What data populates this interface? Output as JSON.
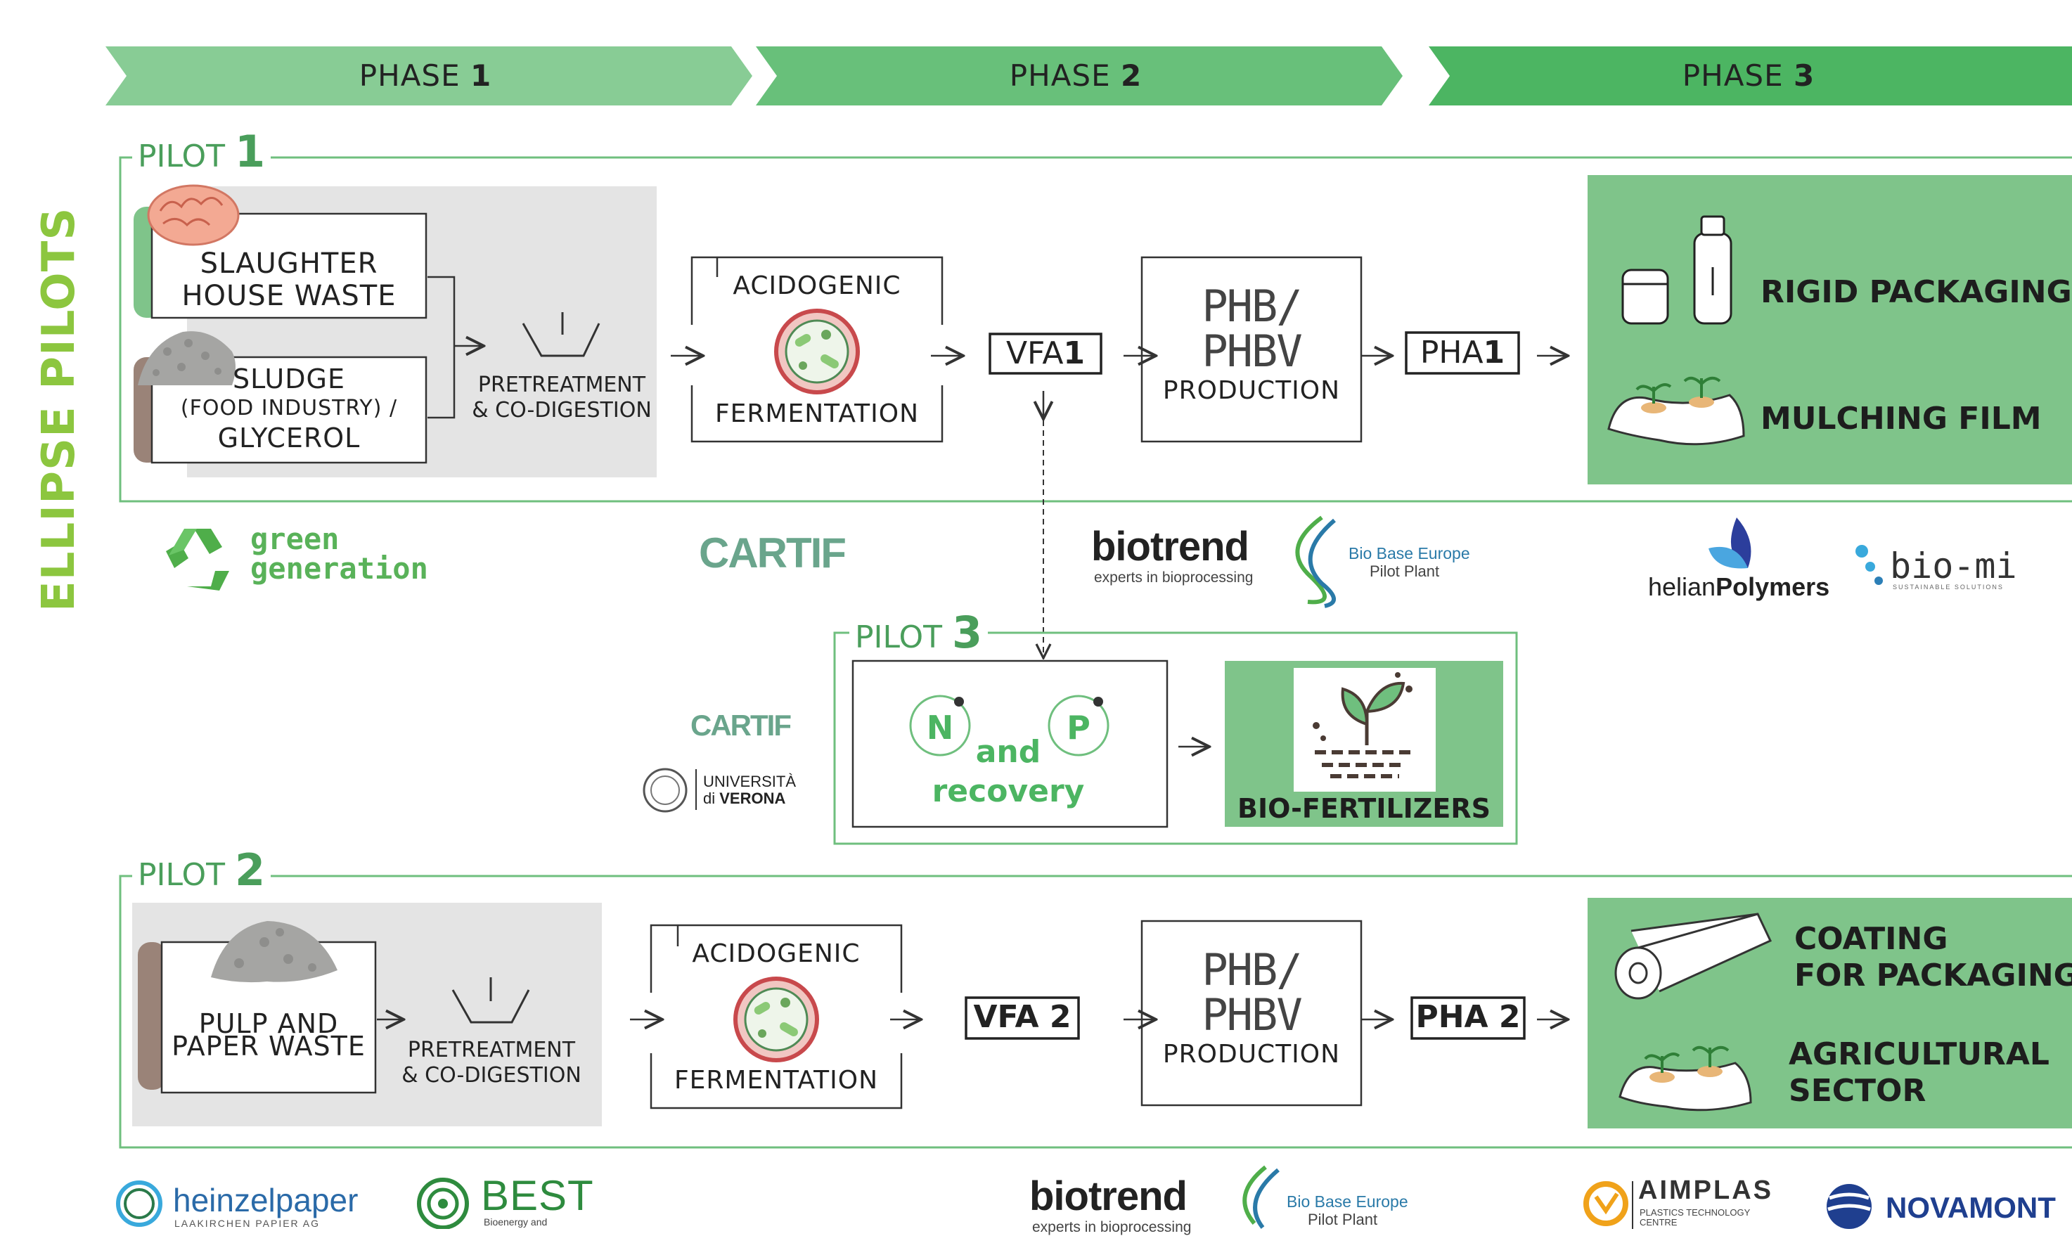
{
  "side_title": "ELLIPSE PILOTS",
  "phases": [
    {
      "label": "PHASE",
      "num": "1"
    },
    {
      "label": "PHASE",
      "num": "2"
    },
    {
      "label": "PHASE",
      "num": "3"
    }
  ],
  "pilot1": {
    "label": "PILOT",
    "num": "1",
    "feed1": [
      "SLAUGHTER",
      "HOUSE WASTE"
    ],
    "feed2": [
      "SLUDGE",
      "(FOOD INDUSTRY) /",
      "GLYCEROL"
    ],
    "pretreatment": [
      "PRETREATMENT",
      "& CO-DIGESTION"
    ],
    "acido": [
      "ACIDOGENIC",
      "FERMENTATION"
    ],
    "vfa": "VFA",
    "vfa_num": "1",
    "phb": [
      "PHB/",
      "PHBV",
      "PRODUCTION"
    ],
    "pha": "PHA",
    "pha_num": "1",
    "products": [
      "RIGID PACKAGING",
      "MULCHING FILM"
    ],
    "partners_top": {
      "green_generation": [
        "green",
        "generation"
      ],
      "cartif": "CARTIF",
      "biotrend": "biotrend",
      "biotrend_sub": "experts in bioprocessing",
      "bbe": "Bio Base Europe",
      "bbe_sub": "Pilot Plant",
      "helian_light": "helian",
      "helian_bold": "Polymers",
      "biomi": "bio-mi",
      "biomi_sub": "SUSTAINABLE SOLUTIONS"
    }
  },
  "pilot3": {
    "label": "PILOT",
    "num": "3",
    "n": "N",
    "p": "P",
    "and": "and",
    "recovery": "recovery",
    "product": "BIO-FERTILIZERS",
    "partners": {
      "cartif": "CARTIF",
      "univr_line1": "UNIVERSITÀ",
      "univr_line2a": "di ",
      "univr_line2b": "VERONA"
    }
  },
  "pilot2": {
    "label": "PILOT",
    "num": "2",
    "feed": [
      "PULP AND",
      "PAPER WASTE"
    ],
    "pretreatment": [
      "PRETREATMENT",
      "& CO-DIGESTION"
    ],
    "acido": [
      "ACIDOGENIC",
      "FERMENTATION"
    ],
    "vfa": "VFA 2",
    "phb": [
      "PHB/",
      "PHBV",
      "PRODUCTION"
    ],
    "pha": "PHA 2",
    "products": [
      [
        "COATING",
        "FOR PACKAGING"
      ],
      [
        "AGRICULTURAL",
        "SECTOR"
      ]
    ],
    "partners_bottom": {
      "heinzel": "heinzelpaper",
      "heinzel_sub": "LAAKIRCHEN PAPIER AG",
      "best": "BEST",
      "best_sub": "Bioenergy and",
      "biotrend": "biotrend",
      "biotrend_sub": "experts in bioprocessing",
      "bbe": "Bio Base Europe",
      "bbe_sub": "Pilot Plant",
      "aimplas": "AIMPLAS",
      "aimplas_sub": "PLASTICS TECHNOLOGY",
      "aimplas_sub2": "CENTRE",
      "novamont": "NOVAMONT"
    }
  },
  "colors": {
    "phase1": "#88cc95",
    "phase2": "#68c07a",
    "phase3": "#4cb562",
    "green_dark": "#4a9e5b",
    "green_fill": "#7fc48a",
    "grey_fill": "#e4e4e4",
    "side_title": "#8cc63f"
  }
}
